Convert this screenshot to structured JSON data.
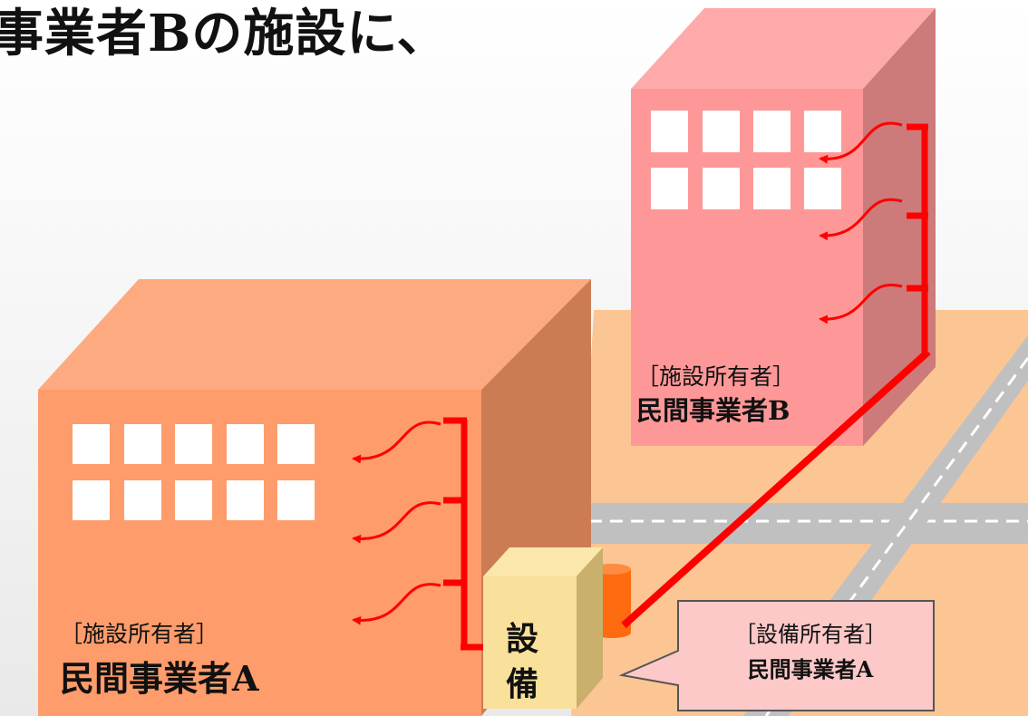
{
  "title": "事業者Bの施設に、",
  "building_a": {
    "role_label": "［施設所有者］",
    "owner_name": "民間事業者A"
  },
  "building_b": {
    "role_label": "［施設所有者］",
    "owner_name": "民間事業者B"
  },
  "equipment": {
    "label_line1": "設",
    "label_line2": "備"
  },
  "callout": {
    "role_label": "［設備所有者］",
    "owner_name": "民間事業者A"
  },
  "colors": {
    "building_a_front": "#fe9c6b",
    "building_b_front": "#fe9898",
    "pipe": "#ff0000",
    "ground": "#fcc594",
    "road": "#c0c0c0",
    "equipment": "#f9e19b",
    "tank": "#fe6a10",
    "callout_fill": "#fcc8c8"
  }
}
